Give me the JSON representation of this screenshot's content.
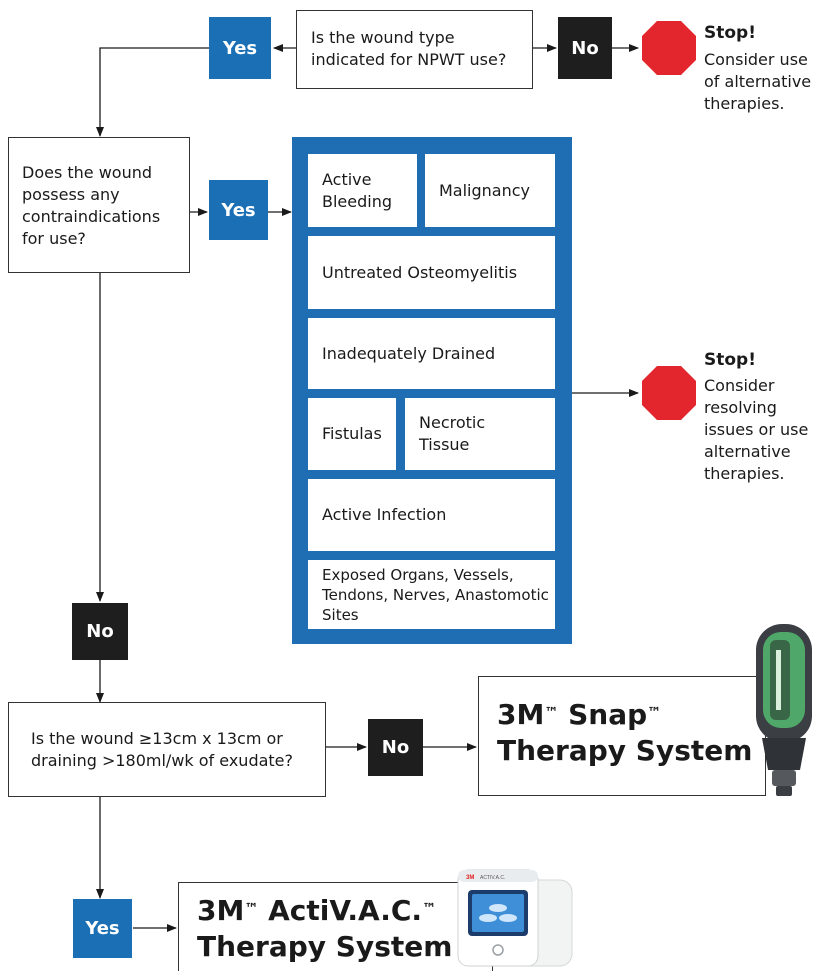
{
  "q1": {
    "text": "Is the wound type indicated for NPWT use?",
    "yes": "Yes",
    "no": "No"
  },
  "stop1": {
    "title": "Stop!",
    "text": "Consider use of alternative therapies."
  },
  "q2": {
    "text": "Does the wound possess any contraindications for use?",
    "yes": "Yes",
    "no": "No"
  },
  "contraindications": {
    "active_bleeding": "Active Bleeding",
    "malignancy": "Malignancy",
    "osteomyelitis": "Untreated Osteomyelitis",
    "drained": "Inadequately Drained",
    "fistulas": "Fistulas",
    "necrotic": "Necrotic Tissue",
    "infection": "Active Infection",
    "exposed": "Exposed Organs, Vessels, Tendons, Nerves, Anastomotic Sites"
  },
  "stop2": {
    "title": "Stop!",
    "text": "Consider resolving issues or use alternative therapies."
  },
  "q3": {
    "text": "Is the wound ≥13cm x 13cm or draining >180ml/wk of exudate?",
    "yes": "Yes",
    "no": "No"
  },
  "snap": {
    "brand": "3M",
    "tm": "™",
    "name": "Snap",
    "line2": "Therapy System"
  },
  "activac": {
    "brand": "3M",
    "tm": "™",
    "name": "ActiV.A.C.",
    "line2": "Therapy System",
    "device_label": "ACTIV.A.C."
  },
  "colors": {
    "blue": "#1f6db3",
    "black": "#1e1e1e",
    "stop_red": "#e3262e"
  }
}
